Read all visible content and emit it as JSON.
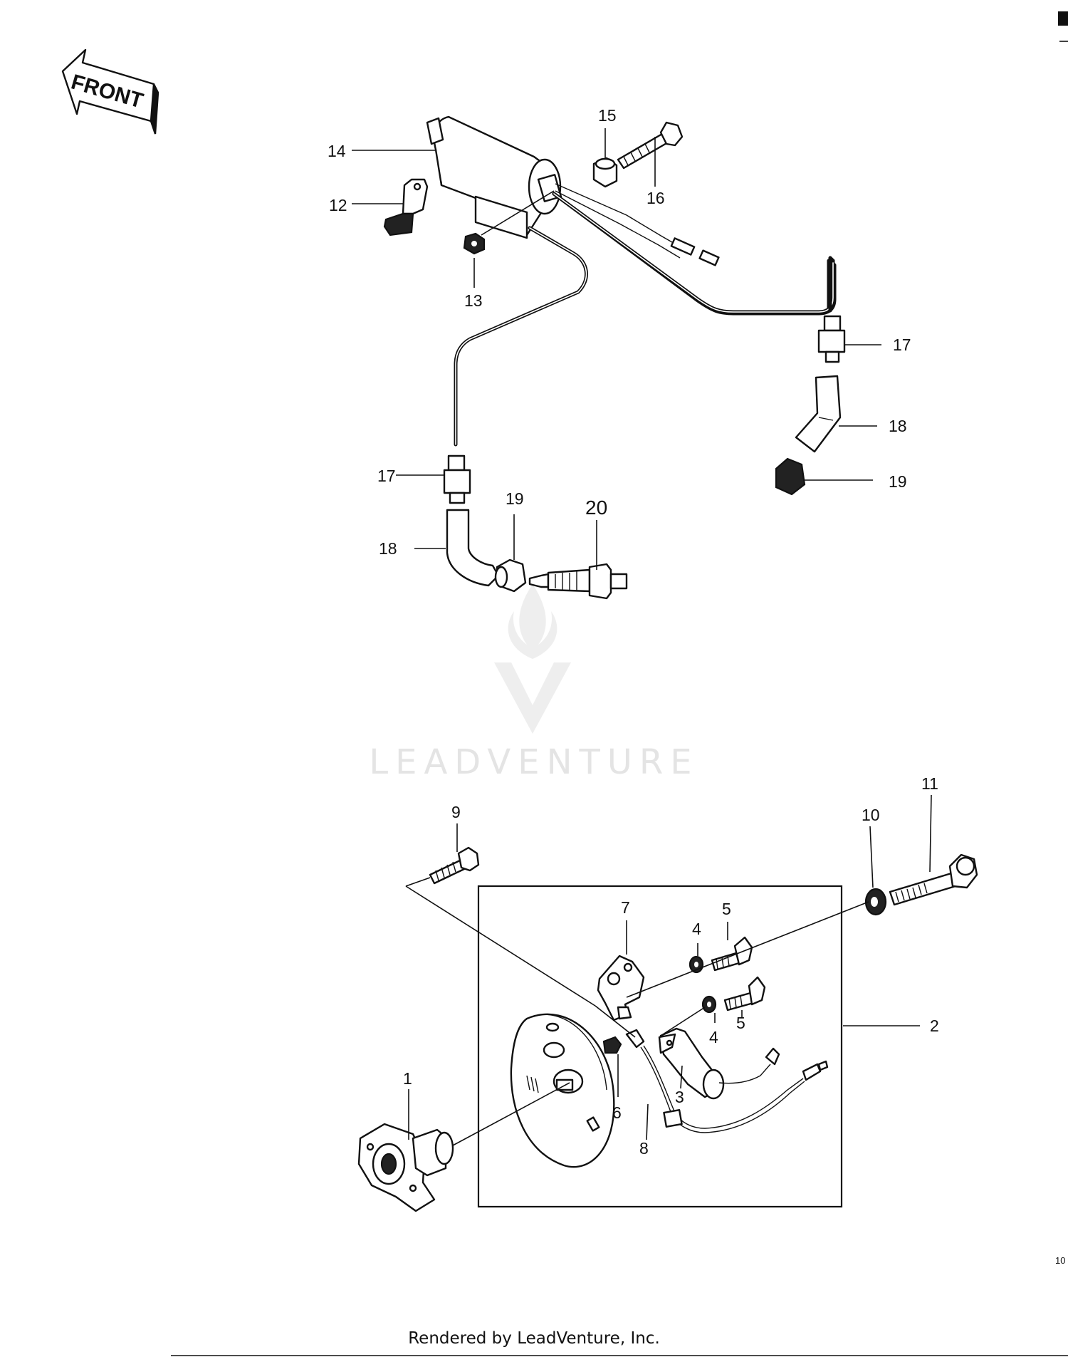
{
  "front_label": "FRONT",
  "callouts": {
    "c1": "1",
    "c2": "2",
    "c3": "3",
    "c4a": "4",
    "c4b": "4",
    "c5a": "5",
    "c5b": "5",
    "c6": "6",
    "c7": "7",
    "c8": "8",
    "c9": "9",
    "c10": "10",
    "c11": "11",
    "c12": "12",
    "c13": "13",
    "c14": "14",
    "c15": "15",
    "c16": "16",
    "c17a": "17",
    "c17b": "17",
    "c18a": "18",
    "c18b": "18",
    "c19a": "19",
    "c19b": "19",
    "c20": "20"
  },
  "watermark": "LEADVENTURE",
  "footer": "Rendered by LeadVenture, Inc.",
  "page_code": "10"
}
